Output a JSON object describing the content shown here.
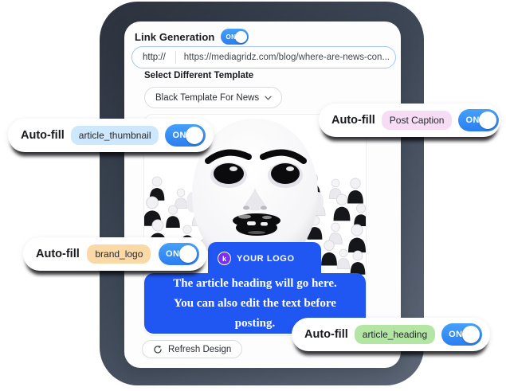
{
  "panel": {
    "title": "Link Generation",
    "toggle_on": "ON",
    "url_scheme": "http://",
    "url_value": "https://mediagridz.com/blog/where-are-news-con...",
    "template_label": "Select Different Template",
    "template_value": "Black Template For News",
    "refresh_label": "Refresh Design"
  },
  "preview": {
    "logo_monogram": "k",
    "logo_text": "YOUR LOGO",
    "heading": "The article heading will go here.\nYou can also edit the text before\nposting."
  },
  "pills": [
    {
      "label": "Auto-fill",
      "field": "article_thumbnail",
      "state": "ON",
      "badge_color": "#cde7fc"
    },
    {
      "label": "Auto-fill",
      "field": "Post Caption",
      "state": "ON",
      "badge_color": "#f6dcf5"
    },
    {
      "label": "Auto-fill",
      "field": "brand_logo",
      "state": "ON",
      "badge_color": "#fbd9a6"
    },
    {
      "label": "Auto-fill",
      "field": "article_heading",
      "state": "ON",
      "badge_color": "#b4e6a3"
    }
  ],
  "colors": {
    "toggle_blue": "#2e86f6",
    "banner_blue": "#2057f2",
    "url_border_blue": "#a4c6fb",
    "logo_purple": "#7b2ff2",
    "frame_dark": "#2c323d",
    "frame_light": "#5d6777"
  }
}
